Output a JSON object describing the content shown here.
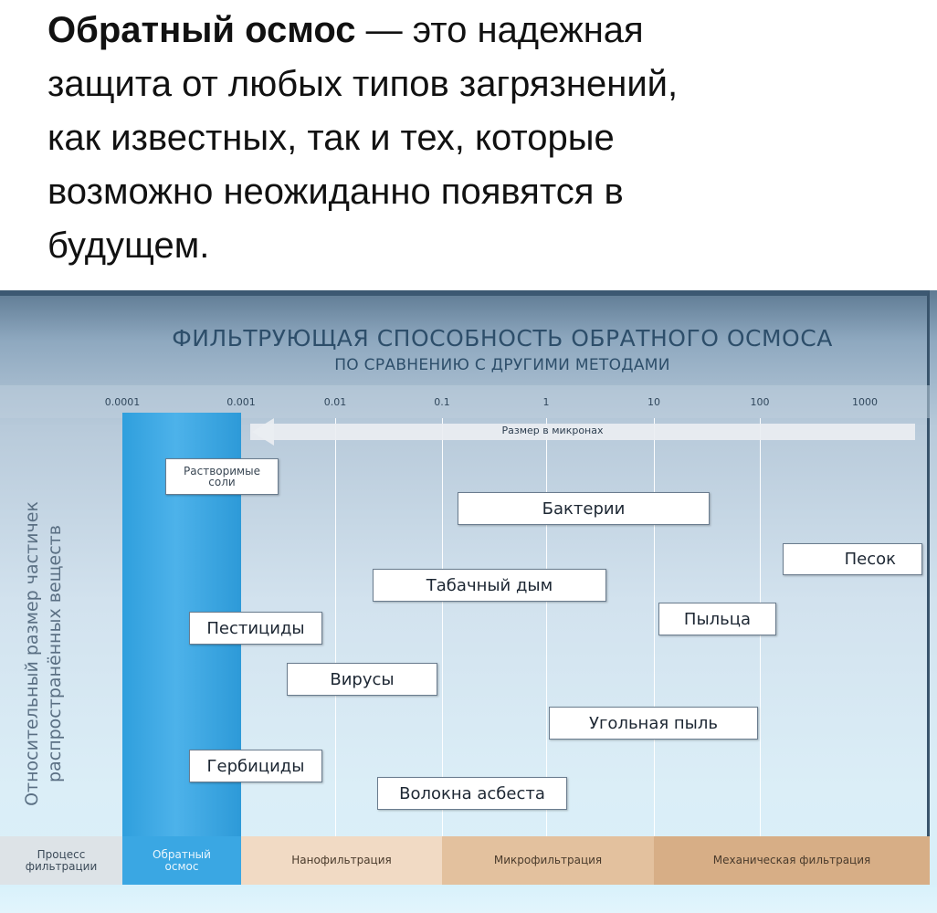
{
  "headline": {
    "bold": "Обратный осмос",
    "rest_line1": " — это надежная",
    "line2": "защита от любых типов загрязнений,",
    "line3": "как известных, так и тех, которые",
    "line4": "возможно неожиданно появятся в",
    "line5": "будущем."
  },
  "diagram": {
    "title": "ФИЛЬТРУЮЩАЯ СПОСОБНОСТЬ ОБРАТНОГО ОСМОСА",
    "subtitle": "ПО СРАВНЕНИЮ С ДРУГИМИ МЕТОДАМИ",
    "scale_ticks": [
      "0.0001",
      "0.001",
      "0.01",
      "0.1",
      "1",
      "10",
      "100",
      "1000"
    ],
    "arrow_label": "Размер в микронах",
    "y_axis_label_line1": "Относительный размер частичек",
    "y_axis_label_line2": "распространённых веществ",
    "contaminants": {
      "salts_line1": "Растворимые",
      "salts_line2": "соли",
      "bacteria": "Бактерии",
      "sand": "Песок",
      "tobacco_smoke": "Табачный дым",
      "pollen": "Пыльца",
      "pesticides": "Пестициды",
      "viruses": "Вирусы",
      "coal_dust": "Угольная пыль",
      "herbicides": "Гербициды",
      "asbestos": "Волокна асбеста"
    },
    "processes": {
      "header_line1": "Процесс",
      "header_line2": "фильтрации",
      "ro_line1": "Обратный",
      "ro_line2": "осмос",
      "nano": "Нанофильтрация",
      "micro": "Микрофильтрация",
      "mechanical": "Механическая фильтрация"
    },
    "colors": {
      "ro_band": "#3aa7e3",
      "nano_cell": "#f1dac4",
      "micro_cell": "#e3c19e",
      "mechanical_cell": "#d7ae86",
      "title_text": "#2d4e6a"
    }
  }
}
